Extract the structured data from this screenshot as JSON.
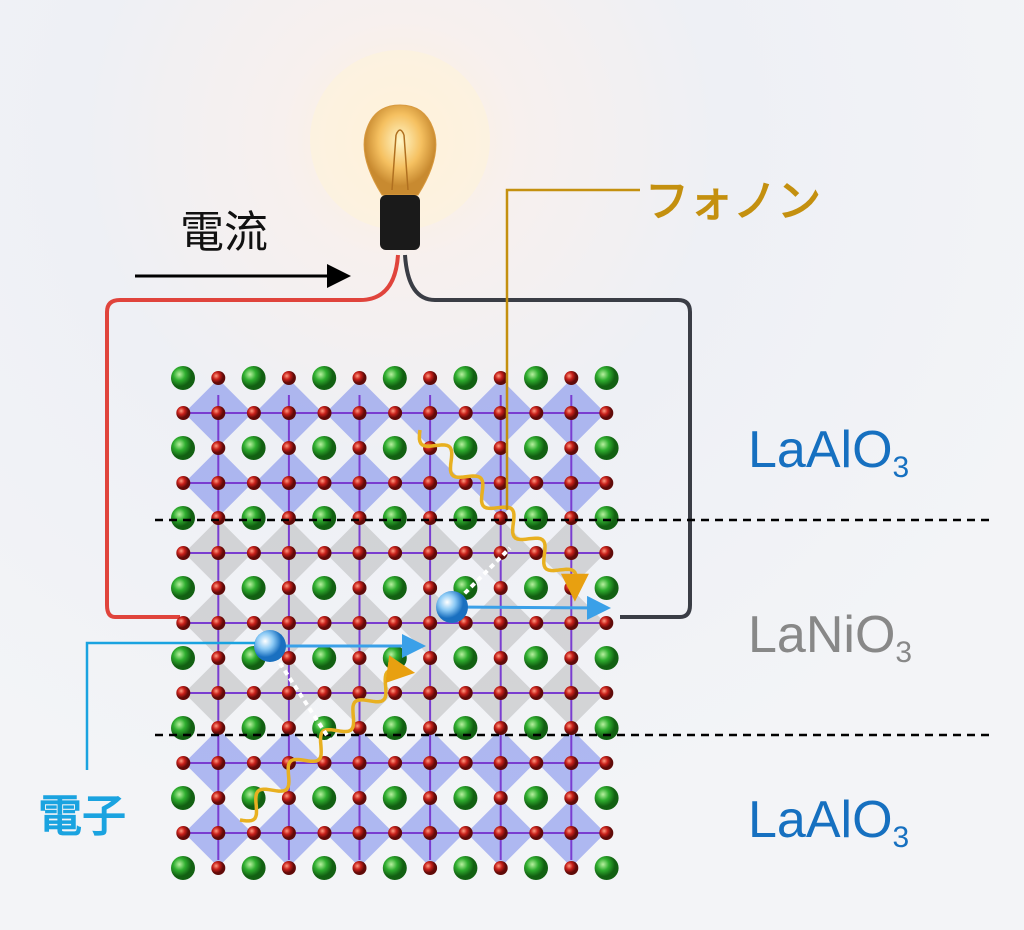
{
  "labels": {
    "current": "電流",
    "phonon": "フォノン",
    "electron": "電子"
  },
  "layers": [
    {
      "formula": "LaAlO",
      "subscript": "3",
      "color": "#1670c0"
    },
    {
      "formula": "LaNiO",
      "subscript": "3",
      "color": "#888888"
    },
    {
      "formula": "LaAlO",
      "subscript": "3",
      "color": "#1670c0"
    }
  ],
  "colors": {
    "la_atom": "#2fae2f",
    "o_atom": "#c8201a",
    "alo_octahedra": "#5a6ee8",
    "nio_octahedra": "#9a9a9a",
    "wire_positive": "#e0443c",
    "wire_negative": "#3a3d45",
    "phonon": "#e8b020",
    "electron": "#3aa0e8"
  }
}
